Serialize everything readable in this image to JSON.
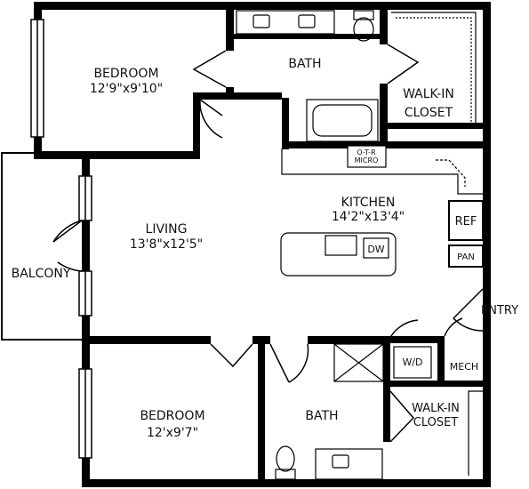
{
  "rooms": {
    "bedroom1": {
      "name": "BEDROOM",
      "dims": "12'9\"x9'10\""
    },
    "bath1": {
      "name": "BATH"
    },
    "walkin1": {
      "line1": "WALK-IN",
      "line2": "CLOSET"
    },
    "kitchen": {
      "name": "KITCHEN",
      "dims": "14'2\"x13'4\""
    },
    "living": {
      "name": "LIVING",
      "dims": "13'8\"x12'5\""
    },
    "balcony": {
      "name": "BALCONY"
    },
    "entry": {
      "name": "ENTRY"
    },
    "bedroom2": {
      "name": "BEDROOM",
      "dims": "12'x9'7\""
    },
    "bath2": {
      "name": "BATH"
    },
    "walkin2": {
      "line1": "WALK-IN",
      "line2": "CLOSET"
    },
    "mech": {
      "name": "MECH"
    }
  },
  "fixtures": {
    "microwave_line1": "O-T-R",
    "microwave_line2": "MICRO",
    "ref": "REF",
    "pantry": "PAN",
    "dishwasher": "DW",
    "washer_dryer": "W/D"
  }
}
